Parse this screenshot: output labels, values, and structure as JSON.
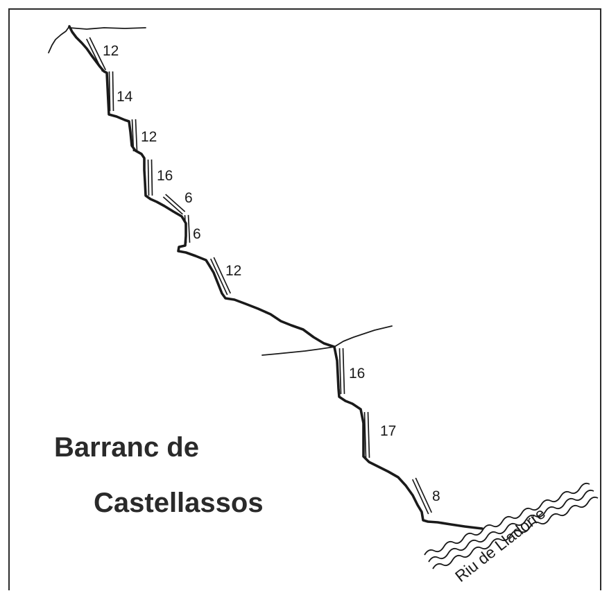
{
  "map": {
    "title_line1": "Barranc de",
    "title_line2": "Castellassos",
    "river_name": "Riu de Lladorre",
    "rappels": [
      "12",
      "14",
      "12",
      "16",
      "6",
      "6",
      "12",
      "16",
      "17",
      "8"
    ]
  }
}
